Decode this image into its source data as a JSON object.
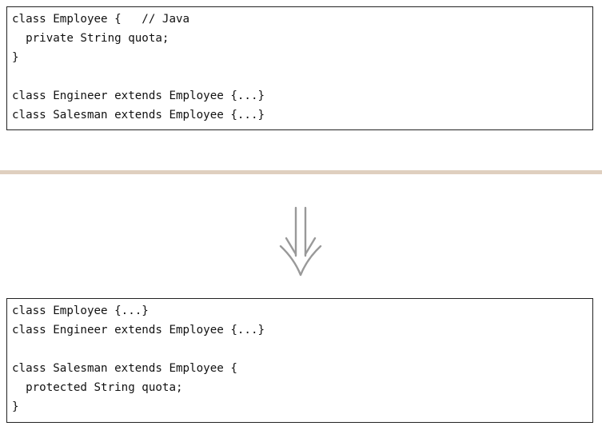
{
  "before": {
    "lines": [
      "class Employee {   // Java",
      "  private String quota;",
      "}",
      "",
      "class Engineer extends Employee {...}",
      "class Salesman extends Employee {...}"
    ]
  },
  "arrow": {
    "icon": "double-down-arrow-icon",
    "color": "#999999"
  },
  "divider": {
    "color": "#dfcfbf"
  },
  "after": {
    "lines": [
      "class Employee {...}",
      "class Engineer extends Employee {...}",
      "",
      "class Salesman extends Employee {",
      "  protected String quota;",
      "}"
    ]
  }
}
